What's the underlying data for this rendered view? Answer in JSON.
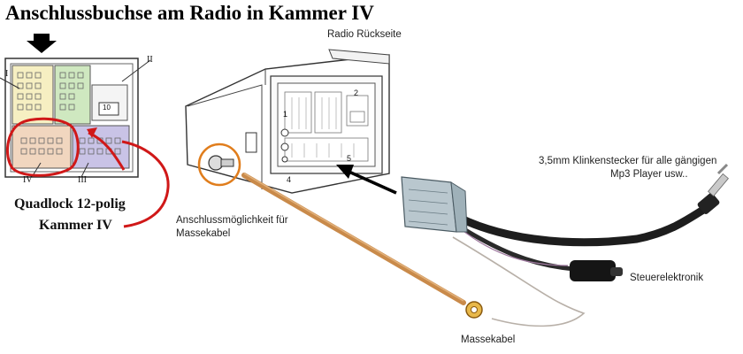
{
  "title": "Anschlussbuchse am Radio in Kammer IV",
  "labels": {
    "radio_back": "Radio Rückseite",
    "jack_plug_line1": "3,5mm Klinkenstecker für alle gängigen",
    "jack_plug_line2": "Mp3 Player usw..",
    "ground_option_line1": "Anschlussmöglichkeit für",
    "ground_option_line2": "Massekabel",
    "control_electronics": "Steuerelektronik",
    "ground_cable": "Massekabel"
  },
  "quadlock": {
    "caption_line1": "Quadlock 12-polig",
    "caption_line2": "Kammer IV",
    "chamber_labels": [
      "I",
      "II",
      "III",
      "IV"
    ],
    "pin_numbers": [
      "10",
      "1",
      "2",
      "4",
      "5"
    ]
  },
  "colors": {
    "chamber_1": "#f6efc2",
    "chamber_2": "#cfe8c0",
    "chamber_3": "#c9c3e6",
    "chamber_4": "#f1d6bf",
    "highlight": "#d01818",
    "ground_cable": "#c98a4a",
    "connector_grey": "#b9c7ce"
  },
  "icons": [
    "down-arrow-icon",
    "pointer-arrow-icon",
    "screw-icon"
  ]
}
